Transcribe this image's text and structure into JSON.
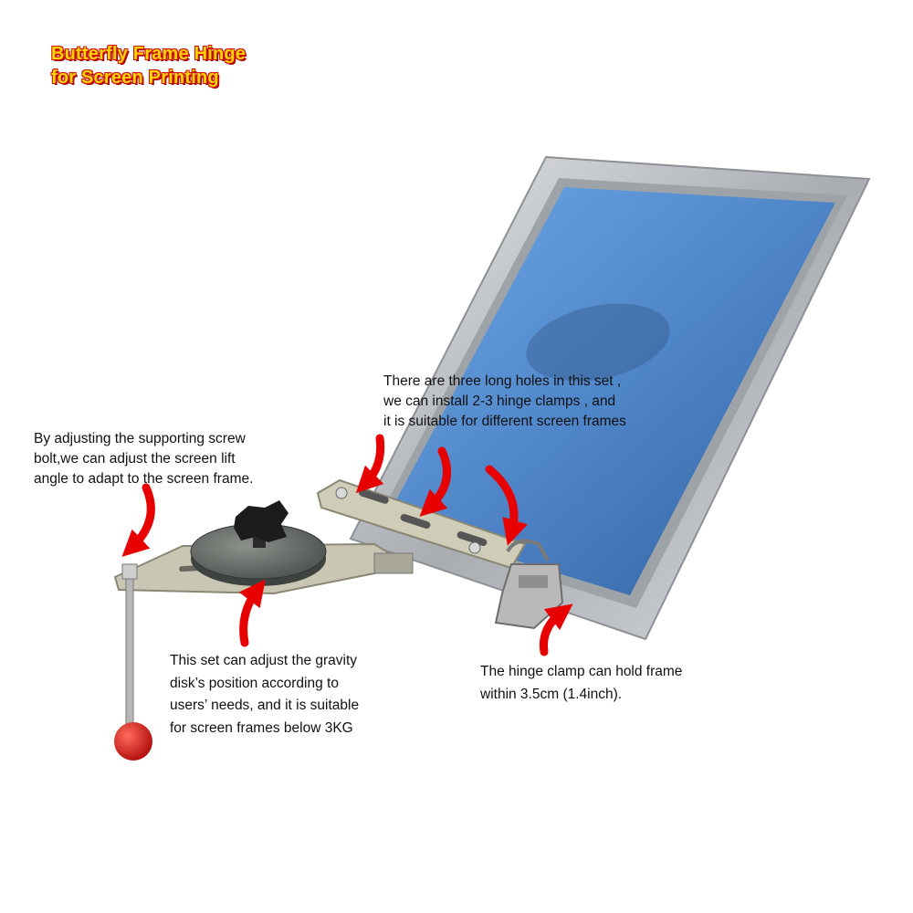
{
  "title": {
    "line1": "Butterfly Frame Hinge",
    "line2": "for Screen Printing"
  },
  "annotations": {
    "holes": [
      "There are three long holes in this set ,",
      "we can install 2-3 hinge clamps , and",
      " it is suitable for different screen frames"
    ],
    "screw": [
      "By adjusting the supporting screw",
      "bolt,we can adjust the screen lift",
      "angle to adapt to the screen frame."
    ],
    "gravity": [
      "This set can adjust the gravity",
      "disk’s position according to",
      "users’ needs, and it is suitable",
      "for screen frames below 3KG"
    ],
    "clamp": [
      "The hinge clamp can hold frame",
      "within 3.5cm (1.4inch)."
    ]
  },
  "colors": {
    "title_fill": "#ffd400",
    "title_outline": "#d01010",
    "arrow": "#e60000",
    "frame": "#b9bcc0",
    "mesh": "#4f86c9",
    "plate": "#c9c7b4",
    "ball": "#d31818"
  }
}
